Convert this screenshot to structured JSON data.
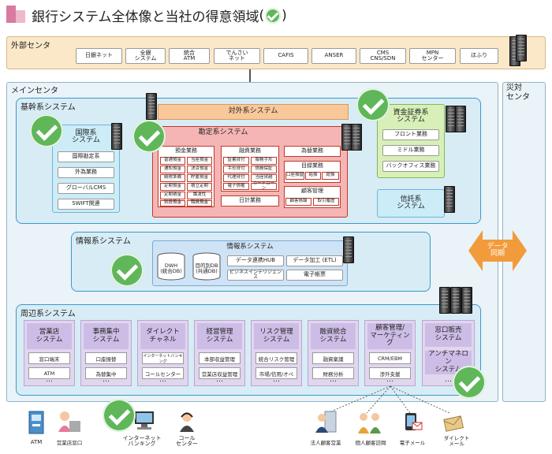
{
  "title": "銀行システム全体像と当社の得意領域",
  "title_paren_open": "(",
  "title_paren_close": ")",
  "external": {
    "label": "外部センタ",
    "items": [
      "日銀ネット",
      "全銀\nシステム",
      "統合\nATM",
      "でんさい\nネット",
      "CAFIS",
      "ANSER",
      "CMS\nCNS/SDN",
      "MPN\nセンター",
      "ほふり"
    ]
  },
  "main_center": "メインセンタ",
  "dr_center": "災対\nセンタ",
  "core": {
    "label": "基幹系システム",
    "international": {
      "title": "国際系\nシステム",
      "items": [
        "国際勘定系",
        "外為業務",
        "グローバルCMS",
        "SWIFT関連"
      ]
    },
    "external_sys": "対外系システム",
    "accounting": {
      "title": "勘定系システム",
      "deposit": {
        "title": "預金業務",
        "cells": [
          "普通預金",
          "当座預金",
          "通知預金",
          "決済預金",
          "納税準備",
          "貯蓄預金",
          "定期預金",
          "積立定期",
          "定期積金",
          "譲渡性",
          "別段預金",
          "職員預金"
        ]
      },
      "loan": {
        "title": "融資業務",
        "cells": [
          "証書貸付",
          "服務手形",
          "手形貸付",
          "債務保証",
          "代理貸付",
          "当座貸越",
          "電子債権",
          "カードローン"
        ]
      },
      "fx": "為替業務",
      "daily": "日計業務",
      "misc": {
        "title": "目録業務",
        "cells": [
          "口座振替",
          "給振",
          "総振"
        ]
      },
      "customer": {
        "title": "顧客管理",
        "cells": [
          "顧客情報",
          "取引履歴"
        ]
      }
    },
    "securities": {
      "title": "資金証券系\nシステム",
      "items": [
        "フロント業務",
        "ミドル業務",
        "バックオフィス業務"
      ]
    },
    "trust": "信託系\nシステム"
  },
  "info": {
    "label": "情報系システム",
    "title": "情報系システム",
    "dwh": "DWH\n(統合DB)",
    "dbdb": "目的別DB\n(共通DB)",
    "items": [
      "データ連携HUB",
      "データ加工 (ETL)",
      "ビジネスインテリジェンス",
      "電子帳票"
    ]
  },
  "sync": "データ\n同期",
  "peripheral": {
    "label": "周辺系システム",
    "columns": [
      {
        "title": "営業店\nシステム",
        "items": [
          "窓口端末",
          "ATM"
        ]
      },
      {
        "title": "事務集中\nシステム",
        "items": [
          "口座振替",
          "為替集中"
        ]
      },
      {
        "title": "ダイレクト\nチャネル",
        "items": [
          "インターネットバンキング",
          "コールセンター"
        ]
      },
      {
        "title": "経営管理\nシステム",
        "items": [
          "本部収益管理",
          "営業店収益管理"
        ]
      },
      {
        "title": "リスク管理\nシステム",
        "items": [
          "統合リスク管理",
          "市場/信用/オペ"
        ]
      },
      {
        "title": "融資統合\nシステム",
        "items": [
          "融資稟議",
          "財務分析"
        ]
      },
      {
        "title": "顧客管理/\nマーケティング",
        "items": [
          "CRM/EBM",
          "渉外支援"
        ]
      }
    ],
    "window_sales": "窓口販売\nシステム",
    "anti_ml": "アンチマネロン\nシステム",
    "ellipsis": "…"
  },
  "bottom": {
    "atm": "ATM",
    "branch": "営業店窓口",
    "internet": "インターネット\nバンキング",
    "call": "コール\nセンター",
    "corp": "法人顧客営業",
    "personal": "個人顧客訪問",
    "email": "電子メール",
    "dm": "ダイレクト\nメール"
  },
  "colors": {
    "accent": "#5fb75a",
    "external_bg": "#fbe8c8",
    "core_bg": "#d8ecf5",
    "accounting": "#f5b5b5",
    "securities": "#d8f0b8",
    "external_sys": "#f8c89a",
    "sync": "#f29b3b",
    "peripheral": "#e0d6ee"
  }
}
